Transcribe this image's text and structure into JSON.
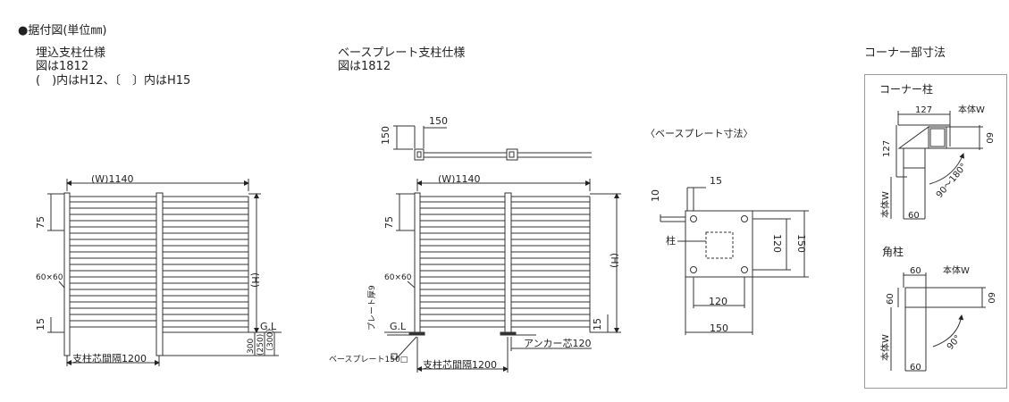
{
  "header": {
    "title": "●据付図(単位㎜)"
  },
  "left": {
    "heading1": "埋込支柱仕様",
    "heading2": "図は1812",
    "heading3": "(　)内はH12、〔　〕内はH15",
    "width_label": "(W)1140",
    "dim_75": "75",
    "post_size": "60×60",
    "dim_15": "15",
    "gl": "G.L",
    "height": "(H)",
    "d300": "300",
    "d250": "(250)",
    "d300b": "〔300〕",
    "spacing": "支柱芯間隔1200"
  },
  "middle": {
    "heading1": "ベースプレート支柱仕様",
    "heading2": "図は1812",
    "top_150a": "150",
    "top_150b": "150",
    "width_label": "(W)1140",
    "dim_75": "75",
    "post_size": "60×60",
    "plate_thickness": "プレート厚9",
    "gl": "G.L",
    "height": "(H)",
    "dim_15": "15",
    "base_plate": "ベースプレート150□",
    "anchor": "アンカー芯120",
    "spacing": "支柱芯間隔1200"
  },
  "baseplate": {
    "heading": "〈ベースプレート寸法〉",
    "d15": "15",
    "d10": "10",
    "post": "柱",
    "d120v": "120",
    "d150v": "150",
    "d120h": "120",
    "d150h": "150"
  },
  "corner": {
    "heading": "コーナー部寸法",
    "corner_post": "コーナー柱",
    "c127": "127",
    "c_body_w": "本体W",
    "c127v": "127",
    "c60v": "60",
    "c_angle": "90〜180°",
    "c_body_w_v": "本体W",
    "c60b": "60",
    "square_post": "角柱",
    "s60": "60",
    "s_body_w": "本体W",
    "s60v": "60",
    "s60r": "60",
    "s_angle": "90°",
    "s_body_w_v": "本体W",
    "s60b": "60"
  }
}
